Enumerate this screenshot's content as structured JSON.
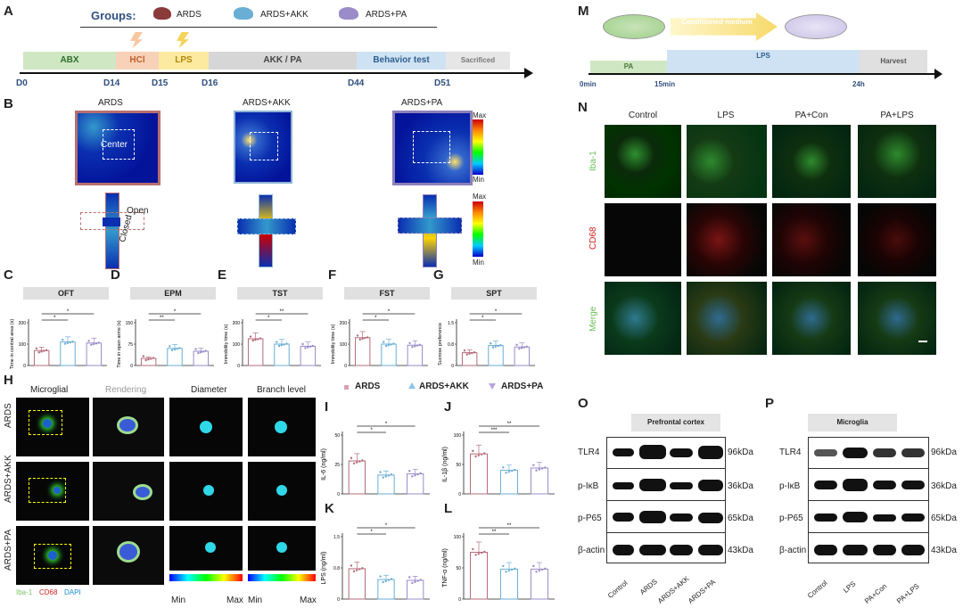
{
  "panels": {
    "A": {
      "label": "A",
      "groups_label": "Groups:",
      "groups": [
        "ARDS",
        "ARDS+AKK",
        "ARDS+PA"
      ],
      "phases": [
        "ABX",
        "HCl",
        "LPS",
        "AKK / PA",
        "Behavior test",
        "Sacrificed"
      ],
      "days": [
        "D0",
        "D14",
        "D15",
        "D16",
        "D44",
        "D51"
      ]
    },
    "B": {
      "label": "B",
      "titles": [
        "ARDS",
        "ARDS+AKK",
        "ARDS+PA"
      ],
      "center": "Center",
      "open": "Open",
      "closed": "Closed",
      "max": "Max",
      "min": "Min"
    },
    "C": {
      "label": "C",
      "title": "OFT",
      "ylabel": "Time in central area (s)",
      "sig": [
        "*",
        "*"
      ]
    },
    "D": {
      "label": "D",
      "title": "EPM",
      "ylabel": "Time in open arms (s)",
      "sig": [
        "**",
        "*"
      ]
    },
    "E": {
      "label": "E",
      "title": "TST",
      "ylabel": "Immobility time (s)",
      "sig": [
        "*",
        "**"
      ]
    },
    "F": {
      "label": "F",
      "title": "FST",
      "ylabel": "Immobility time (s)",
      "sig": [
        "*",
        "*"
      ]
    },
    "G": {
      "label": "G",
      "title": "SPT",
      "ylabel": "Sucrose preference",
      "sig": [
        "*",
        "*"
      ]
    },
    "H": {
      "label": "H",
      "cols": [
        "Microglial",
        "Rendering",
        "Diameter",
        "Branch level"
      ],
      "rows": [
        "ARDS",
        "ARDS+AKK",
        "ARDS+PA"
      ],
      "stain_iba": "Iba-1",
      "stain_cd68": "CD68",
      "stain_dapi": "DAPI",
      "min": "Min",
      "max": "Max"
    },
    "legend": {
      "items": [
        "ARDS",
        "ARDS+AKK",
        "ARDS+PA"
      ]
    },
    "I": {
      "label": "I",
      "ylabel": "IL-6 (ng/ml)",
      "sig": [
        "*",
        "*"
      ]
    },
    "J": {
      "label": "J",
      "ylabel": "IL-1β (ng/ml)",
      "sig": [
        "***",
        "**"
      ]
    },
    "K": {
      "label": "K",
      "ylabel": "LPS (ng/ml)",
      "sig": [
        "*",
        "*"
      ]
    },
    "L": {
      "label": "L",
      "ylabel": "TNF-α (ng/ml)",
      "sig": [
        "**",
        "**"
      ]
    },
    "M": {
      "label": "M",
      "medium": "Conditioned medium",
      "phases": [
        "PA",
        "LPS",
        "Harvest"
      ],
      "times": [
        "0min",
        "15min",
        "24h"
      ]
    },
    "N": {
      "label": "N",
      "cols": [
        "Control",
        "LPS",
        "PA+Con",
        "PA+LPS"
      ],
      "rows": [
        "Iba-1",
        "CD68",
        "Merge"
      ]
    },
    "O": {
      "label": "O",
      "title": "Prefrontal cortex",
      "proteins": [
        "TLR4",
        "p-IκB",
        "p-P65",
        "β-actin"
      ],
      "kda": [
        "96kDa",
        "36kDa",
        "65kDa",
        "43kDa"
      ],
      "lanes": [
        "Control",
        "ARDS",
        "ARDS+AKK",
        "ARDS+PA"
      ]
    },
    "P": {
      "label": "P",
      "title": "Microglia",
      "proteins": [
        "TLR4",
        "p-IκB",
        "p-P65",
        "β-actin"
      ],
      "kda": [
        "96kDa",
        "36kDa",
        "65kDa",
        "43kDa"
      ],
      "lanes": [
        "Control",
        "LPS",
        "PA+Con",
        "PA+LPS"
      ]
    }
  },
  "chart_data": [
    {
      "type": "bar",
      "title": "OFT",
      "ylabel": "Time in central area (s)",
      "categories": [
        "ARDS",
        "ARDS+AKK",
        "ARDS+PA"
      ],
      "values": [
        70,
        110,
        105
      ],
      "ylim": [
        0,
        200
      ]
    },
    {
      "type": "bar",
      "title": "EPM",
      "ylabel": "Time in open arms (s)",
      "categories": [
        "ARDS",
        "ARDS+AKK",
        "ARDS+PA"
      ],
      "values": [
        25,
        60,
        50
      ],
      "ylim": [
        0,
        150
      ]
    },
    {
      "type": "bar",
      "title": "TST",
      "ylabel": "Immobility time (s)",
      "categories": [
        "ARDS",
        "ARDS+AKK",
        "ARDS+PA"
      ],
      "values": [
        125,
        100,
        90
      ],
      "ylim": [
        0,
        200
      ]
    },
    {
      "type": "bar",
      "title": "FST",
      "ylabel": "Immobility time (s)",
      "categories": [
        "ARDS",
        "ARDS+AKK",
        "ARDS+PA"
      ],
      "values": [
        130,
        100,
        95
      ],
      "ylim": [
        0,
        200
      ]
    },
    {
      "type": "bar",
      "title": "SPT",
      "ylabel": "Sucrose preference",
      "categories": [
        "ARDS",
        "ARDS+AKK",
        "ARDS+PA"
      ],
      "values": [
        0.45,
        0.7,
        0.65
      ],
      "ylim": [
        0,
        1.5
      ]
    },
    {
      "type": "bar",
      "ylabel": "IL-6 (ng/ml)",
      "categories": [
        "ARDS",
        "ARDS+AKK",
        "ARDS+PA"
      ],
      "values": [
        28,
        16,
        17
      ],
      "ylim": [
        0,
        50
      ]
    },
    {
      "type": "bar",
      "ylabel": "IL-1β (ng/ml)",
      "categories": [
        "ARDS",
        "ARDS+AKK",
        "ARDS+PA"
      ],
      "values": [
        68,
        40,
        44
      ],
      "ylim": [
        0,
        100
      ]
    },
    {
      "type": "bar",
      "ylabel": "LPS (ng/ml)",
      "categories": [
        "ARDS",
        "ARDS+AKK",
        "ARDS+PA"
      ],
      "values": [
        0.73,
        0.47,
        0.45
      ],
      "ylim": [
        0,
        1.5
      ]
    },
    {
      "type": "bar",
      "ylabel": "TNF-α (ng/ml)",
      "categories": [
        "ARDS",
        "ARDS+AKK",
        "ARDS+PA"
      ],
      "values": [
        75,
        48,
        48
      ],
      "ylim": [
        0,
        100
      ]
    }
  ],
  "colors": {
    "ards": "#b56b7a",
    "akk": "#6aaed6",
    "pa": "#9a8bc9",
    "abx": "#cfe7c3",
    "hcl": "#f7d2b8",
    "lps": "#fbeaa0",
    "akkpa": "#d6d6d6",
    "behav": "#cfe2f3",
    "sacr": "#e6e6e6"
  }
}
